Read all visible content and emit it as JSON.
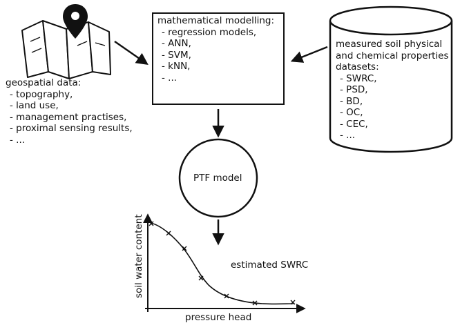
{
  "geospatial": {
    "heading": "geospatial data:",
    "items": [
      "topography,",
      "land use,",
      "management practises,",
      "proximal sensing results,",
      "..."
    ]
  },
  "modelling": {
    "heading": "mathematical modelling:",
    "items": [
      "regression models,",
      "ANN,",
      "SVM,",
      "kNN,",
      "..."
    ]
  },
  "datasets": {
    "heading_lines": [
      "measured soil physical",
      "and chemical properties",
      "datasets:"
    ],
    "items": [
      "SWRC,",
      "PSD,",
      "BD,",
      "OC,",
      "CEC,",
      "..."
    ]
  },
  "ptf": {
    "label": "PTF model"
  },
  "curve": {
    "label": "estimated SWRC",
    "ylabel": "soil water content",
    "xlabel": "pressure head"
  },
  "colors": {
    "ink": "#111111",
    "map_fill": "#ffffff"
  },
  "icons": [
    "map-icon",
    "location-pin-icon"
  ]
}
